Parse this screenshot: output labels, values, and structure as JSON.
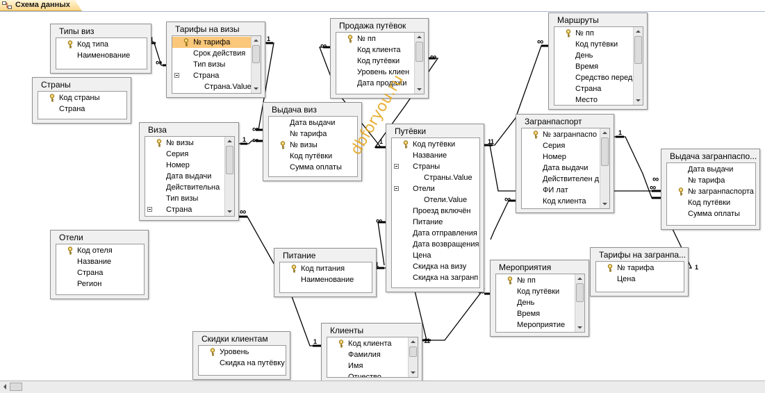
{
  "tab": {
    "label": "Схема данных",
    "icon": "relationships-icon"
  },
  "watermark": "dbforyou.ru",
  "colors": {
    "tab_bg": "#fbd789",
    "selected_field": "#fbc77a",
    "window_bg": "#f0f0f0"
  },
  "tables": [
    {
      "id": "tipy_viz",
      "title": "Типы виз",
      "fields": [
        {
          "name": "Код типа",
          "key": true
        },
        {
          "name": "Наименование"
        }
      ]
    },
    {
      "id": "strany",
      "title": "Страны",
      "fields": [
        {
          "name": "Код страны",
          "key": true
        },
        {
          "name": "Страна"
        }
      ]
    },
    {
      "id": "tarify_na_vizy",
      "title": "Тарифы на визы",
      "scroll": true,
      "fields": [
        {
          "name": "№ тарифа",
          "key": true,
          "selected": true
        },
        {
          "name": "Срок действия"
        },
        {
          "name": "Тип визы"
        },
        {
          "name": "Страна",
          "expand": true
        },
        {
          "name": "Страна.Value",
          "sub": true
        }
      ]
    },
    {
      "id": "prodazha_putevok",
      "title": "Продажа путёвок",
      "scroll": true,
      "fields": [
        {
          "name": "№ пп",
          "key": true
        },
        {
          "name": "Код клиента"
        },
        {
          "name": "Код путёвки"
        },
        {
          "name": "Уровень клиен"
        },
        {
          "name": "Дата продажи"
        }
      ]
    },
    {
      "id": "marshruty",
      "title": "Маршруты",
      "scroll": true,
      "fields": [
        {
          "name": "№ пп",
          "key": true
        },
        {
          "name": "Код путёвки"
        },
        {
          "name": "День"
        },
        {
          "name": "Время"
        },
        {
          "name": "Средство перед"
        },
        {
          "name": "Страна"
        },
        {
          "name": "Место"
        }
      ]
    },
    {
      "id": "viza",
      "title": "Виза",
      "scroll": true,
      "fields": [
        {
          "name": "№ визы",
          "key": true
        },
        {
          "name": "Серия"
        },
        {
          "name": "Номер"
        },
        {
          "name": "Дата выдачи"
        },
        {
          "name": "Действительна"
        },
        {
          "name": "Тип визы"
        },
        {
          "name": "Страна",
          "expand": true
        }
      ]
    },
    {
      "id": "vydacha_viz",
      "title": "Выдача виз",
      "fields": [
        {
          "name": "Дата выдачи"
        },
        {
          "name": "№ тарифа"
        },
        {
          "name": "№ визы",
          "key": true
        },
        {
          "name": "Код путёвки"
        },
        {
          "name": "Сумма оплаты"
        }
      ]
    },
    {
      "id": "putevki",
      "title": "Путёвки",
      "fields": [
        {
          "name": "Код путёвки",
          "key": true
        },
        {
          "name": "Название"
        },
        {
          "name": "Страны",
          "expand": true
        },
        {
          "name": "Страны.Value",
          "sub": true
        },
        {
          "name": "Отели",
          "expand": true
        },
        {
          "name": "Отели.Value",
          "sub": true
        },
        {
          "name": "Проезд включён"
        },
        {
          "name": "Питание"
        },
        {
          "name": "Дата отправления"
        },
        {
          "name": "Дата возвращения"
        },
        {
          "name": "Цена"
        },
        {
          "name": "Скидка на визу"
        },
        {
          "name": "Скидка на загранп"
        }
      ]
    },
    {
      "id": "zagranpasport",
      "title": "Загранпаспорт",
      "scroll": true,
      "fields": [
        {
          "name": "№ загранпаспо",
          "key": true
        },
        {
          "name": "Серия"
        },
        {
          "name": "Номер"
        },
        {
          "name": "Дата выдачи"
        },
        {
          "name": "Действителен д"
        },
        {
          "name": "ФИ лат"
        },
        {
          "name": "Код клиента"
        }
      ]
    },
    {
      "id": "vydacha_zagranpasporta",
      "title": "Выдача загранпаспо...",
      "fields": [
        {
          "name": "Дата выдачи"
        },
        {
          "name": "№ тарифа"
        },
        {
          "name": "№ загранпаспорта",
          "key": true
        },
        {
          "name": "Код путёвки"
        },
        {
          "name": "Сумма оплаты"
        }
      ]
    },
    {
      "id": "oteli",
      "title": "Отели",
      "fields": [
        {
          "name": "Код отеля",
          "key": true
        },
        {
          "name": "Название"
        },
        {
          "name": "Страна"
        },
        {
          "name": "Регион"
        }
      ]
    },
    {
      "id": "pitanie",
      "title": "Питание",
      "fields": [
        {
          "name": "Код питания",
          "key": true
        },
        {
          "name": "Наименование"
        }
      ]
    },
    {
      "id": "meropriyatiya",
      "title": "Мероприятия",
      "scroll": true,
      "fields": [
        {
          "name": "№ пп",
          "key": true
        },
        {
          "name": "Код путёвки"
        },
        {
          "name": "День"
        },
        {
          "name": "Время"
        },
        {
          "name": "Мероприятие"
        }
      ]
    },
    {
      "id": "tarify_na_zagran",
      "title": "Тарифы на загранпа...",
      "fields": [
        {
          "name": "№ тарифа",
          "key": true
        },
        {
          "name": "Цена"
        }
      ]
    },
    {
      "id": "skidki_klientam",
      "title": "Скидки клиентам",
      "fields": [
        {
          "name": "Уровень",
          "key": true
        },
        {
          "name": "Скидка на путёвку"
        }
      ]
    },
    {
      "id": "klienty",
      "title": "Клиенты",
      "scroll": true,
      "fields": [
        {
          "name": "Код клиента",
          "key": true
        },
        {
          "name": "Фамилия"
        },
        {
          "name": "Имя"
        },
        {
          "name": "Отчество"
        }
      ]
    }
  ],
  "cardinality": {
    "one": "1",
    "many": "∞"
  }
}
